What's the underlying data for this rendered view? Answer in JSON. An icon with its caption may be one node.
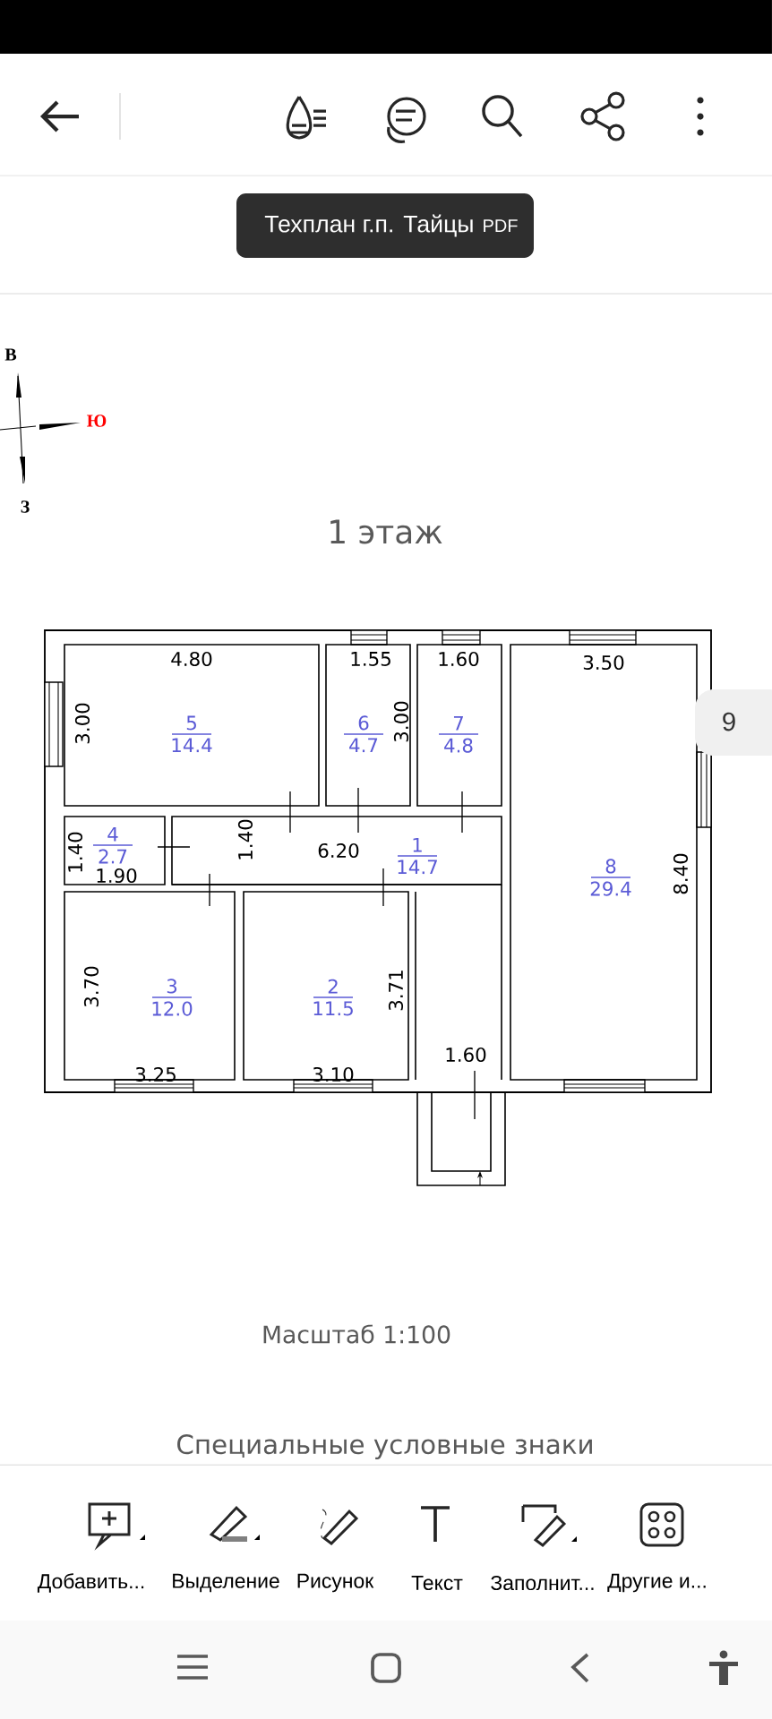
{
  "diagram": {
    "title": "1 этаж",
    "caption": "Масштаб 1:100",
    "nodes": [
      {
        "text": [
          "5",
          "14.4"
        ]
      },
      {
        "text": [
          "6",
          "4.7"
        ]
      },
      {
        "text": [
          "7",
          "4.8"
        ]
      },
      {
        "text": [
          "8",
          "29.4"
        ]
      },
      {
        "text": [
          "4",
          "2.7"
        ]
      },
      {
        "text": [
          "1",
          "14.7"
        ]
      },
      {
        "text": [
          "3",
          "12.0"
        ]
      },
      {
        "text": [
          "2",
          "11.5"
        ]
      }
    ],
    "labels": [
      "Техплан г.п. Тайцы",
      "PDF",
      "В",
      "Ю",
      "З",
      "4.80",
      "1.55",
      "1.60",
      "3.50",
      "3.00",
      "3.00",
      "9",
      "1.40",
      "1.40",
      "6.20",
      "8.40",
      "1.90",
      "3.70",
      "3.71",
      "1.60",
      "3.25",
      "3.10",
      "Специальные условные знаки",
      "Добавить...",
      "Выделение",
      "Рисунок",
      "Текст",
      "Заполнит...",
      "Другие и..."
    ]
  }
}
